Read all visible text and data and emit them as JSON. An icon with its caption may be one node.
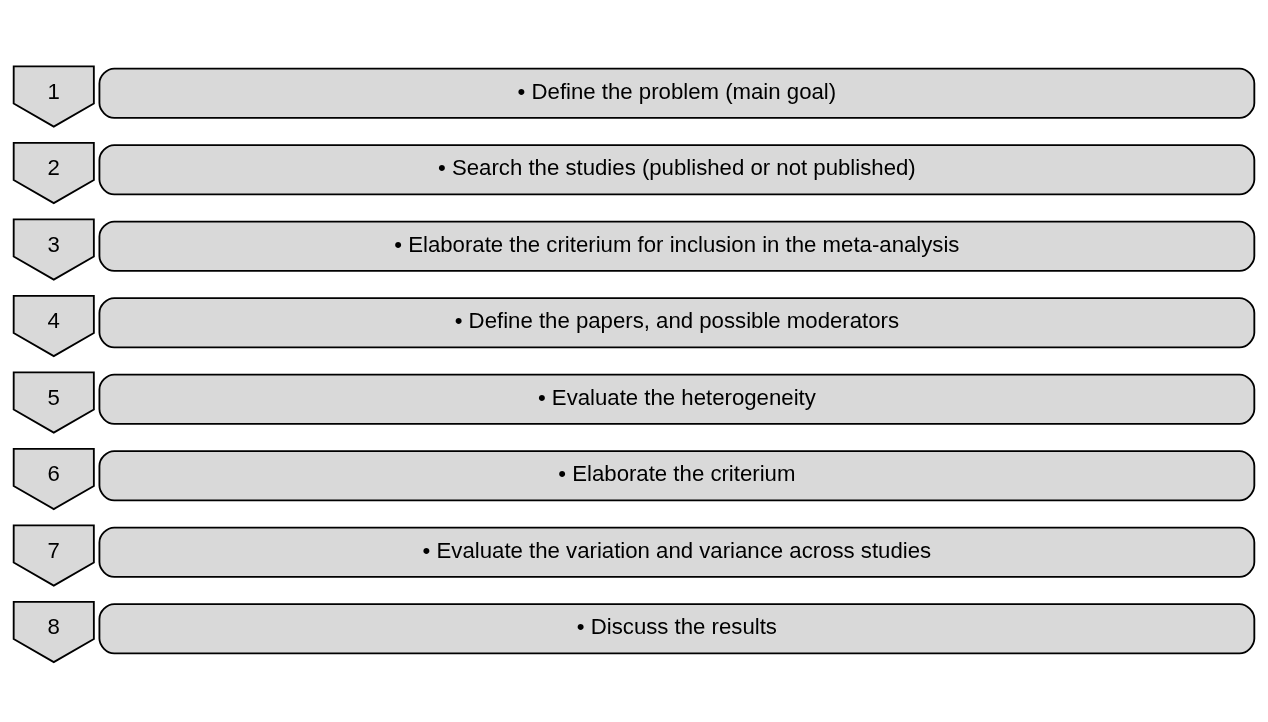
{
  "diagram": {
    "nodes": [
      {
        "text": [
          "1"
        ]
      },
      {
        "text": [
          "• Define the problem (main goal)"
        ]
      },
      {
        "text": [
          "2"
        ]
      },
      {
        "text": [
          "• Search the studies (published or not published)"
        ]
      },
      {
        "text": [
          "3"
        ]
      },
      {
        "text": [
          "• Elaborate the criterium for inclusion in the meta-analysis"
        ]
      },
      {
        "text": [
          "4"
        ]
      },
      {
        "text": [
          "• Define the papers, and possible moderators"
        ]
      },
      {
        "text": [
          "5"
        ]
      },
      {
        "text": [
          "• Evaluate the heterogeneity"
        ]
      },
      {
        "text": [
          "6"
        ]
      },
      {
        "text": [
          "• Elaborate the criterium"
        ]
      },
      {
        "text": [
          "7"
        ]
      },
      {
        "text": [
          "• Evaluate the variation and variance across studies"
        ]
      },
      {
        "text": [
          "8"
        ]
      },
      {
        "text": [
          "• Discuss the results"
        ]
      }
    ],
    "edges": []
  }
}
